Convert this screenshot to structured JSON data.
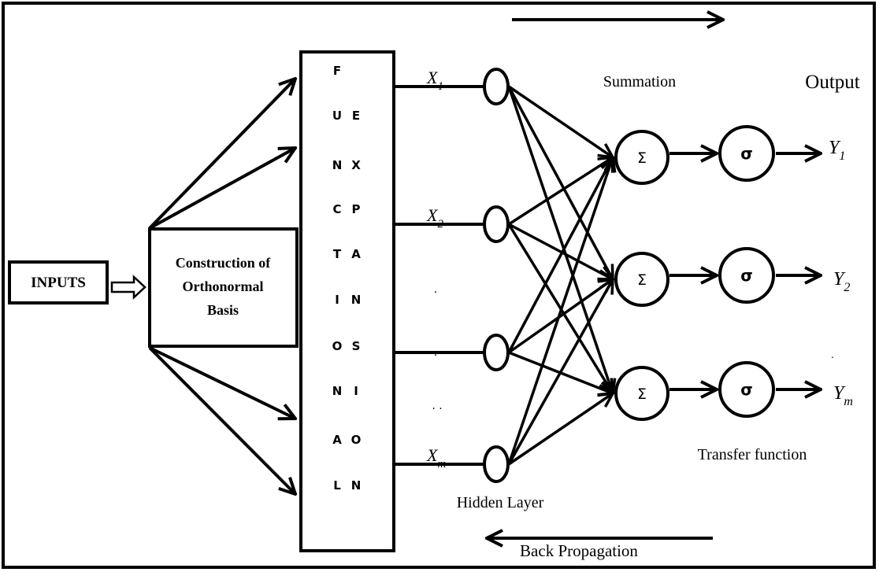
{
  "inputs_label": "INPUTS",
  "construction": [
    "Construction of",
    "Orthonormal",
    "Basis"
  ],
  "functional_expansion": {
    "left_column": [
      "F",
      "U",
      "N",
      "C",
      "T",
      "I",
      "O",
      "N",
      "A",
      "L"
    ],
    "right_column": [
      "",
      "E",
      "X",
      "P",
      "A",
      "N",
      "S",
      "I",
      "O",
      "N"
    ]
  },
  "hidden_inputs": [
    {
      "base": "X",
      "sub": "1"
    },
    {
      "base": "X",
      "sub": "2"
    },
    {
      "base": "",
      "sub": ""
    },
    {
      "base": "X",
      "sub": "m"
    }
  ],
  "ellipsis_marks": [
    ".",
    ".",
    ". ."
  ],
  "hidden_layer_label": "Hidden Layer",
  "summation_label": "Summation",
  "output_label": "Output",
  "transfer_label": "Transfer function",
  "back_propagation_label": "Back Propagation",
  "sum_symbol": "Σ",
  "sigma_symbol": "σ",
  "outputs": [
    {
      "base": "Y",
      "sub": "1"
    },
    {
      "base": "Y",
      "sub": "2"
    },
    {
      "base": "Y",
      "sub": "m"
    }
  ],
  "output_dot": "."
}
